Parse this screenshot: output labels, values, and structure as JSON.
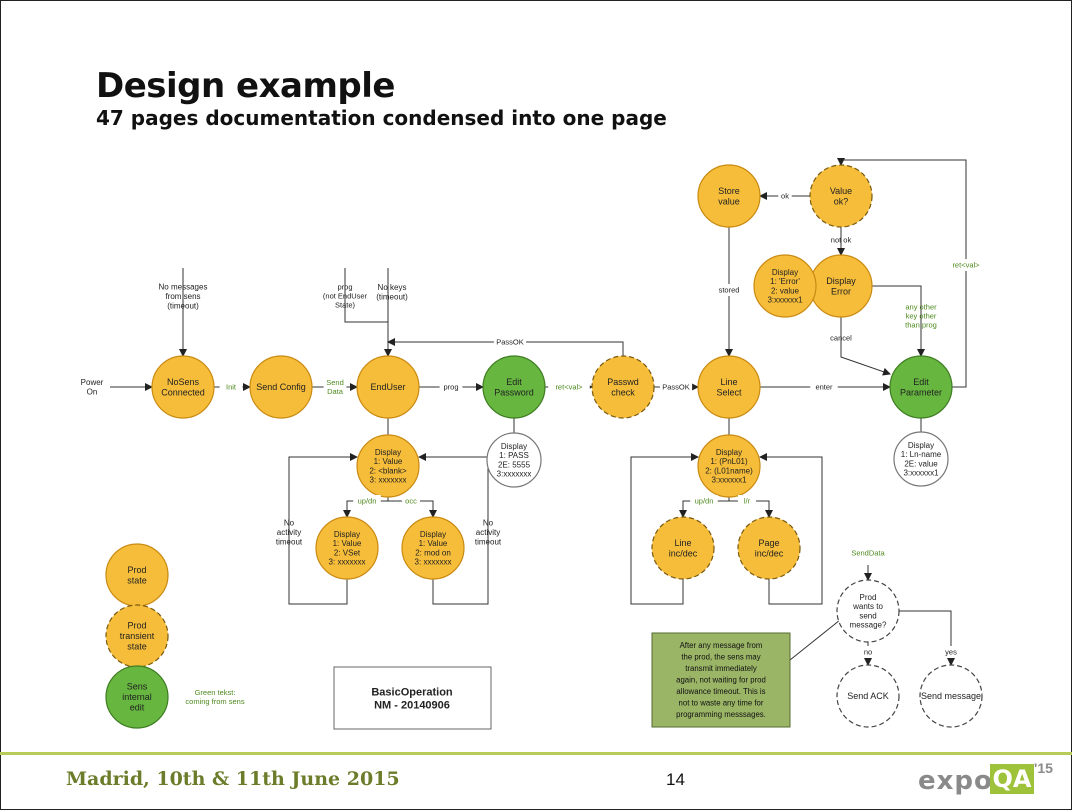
{
  "slide": {
    "title": "Design example",
    "subtitle": "47 pages documentation condensed into one page",
    "page_number": "14",
    "footer_text": "Madrid, 10th & 11th June 2015",
    "logo": {
      "text": "expo",
      "badge": "QA",
      "year": "'15"
    }
  },
  "colors": {
    "prod": "#f6bd3a",
    "sens": "#66b640",
    "green_label": "#4e8a1e",
    "note_bg": "#9bb567"
  },
  "diagram": {
    "nodes": [
      {
        "id": "store",
        "lines": [
          "Store",
          "value"
        ],
        "kind": "prod"
      },
      {
        "id": "valueok",
        "lines": [
          "Value",
          "ok?"
        ],
        "kind": "transient"
      },
      {
        "id": "disperr",
        "lines": [
          "Display",
          "Error"
        ],
        "kind": "prod"
      },
      {
        "id": "nosens",
        "lines": [
          "NoSens",
          "Connected"
        ],
        "kind": "prod"
      },
      {
        "id": "sendcfg",
        "lines": [
          "Send Config"
        ],
        "kind": "prod"
      },
      {
        "id": "enduser",
        "lines": [
          "EndUser"
        ],
        "kind": "prod"
      },
      {
        "id": "editpw",
        "lines": [
          "Edit",
          "Password"
        ],
        "kind": "sens"
      },
      {
        "id": "pwcheck",
        "lines": [
          "Passwd",
          "check"
        ],
        "kind": "transient"
      },
      {
        "id": "linesel",
        "lines": [
          "Line",
          "Select"
        ],
        "kind": "prod"
      },
      {
        "id": "editparam",
        "lines": [
          "Edit",
          "Parameter"
        ],
        "kind": "sens"
      },
      {
        "id": "dispEU",
        "lines": [
          "Display",
          "1:  Value",
          "2: <blank>",
          "3: xxxxxxx"
        ],
        "kind": "prod"
      },
      {
        "id": "dispVSet",
        "lines": [
          "Display",
          "1: Value",
          "2: VSet",
          "3: xxxxxxx"
        ],
        "kind": "prod"
      },
      {
        "id": "dispMod",
        "lines": [
          "Display",
          "1: Value",
          "2: mod on",
          "3: xxxxxxx"
        ],
        "kind": "prod"
      },
      {
        "id": "dispLine",
        "lines": [
          "Display",
          "1: (PnL01)",
          "2: (L01name)",
          "3:xxxxxx1"
        ],
        "kind": "prod"
      },
      {
        "id": "lineinc",
        "lines": [
          "Line",
          "inc/dec"
        ],
        "kind": "transient"
      },
      {
        "id": "pageinc",
        "lines": [
          "Page",
          "inc/dec"
        ],
        "kind": "transient"
      },
      {
        "id": "prodwants",
        "lines": [
          "Prod",
          "wants to",
          "send",
          "message?"
        ],
        "kind": "white-dashed"
      },
      {
        "id": "sendack",
        "lines": [
          "Send ACK"
        ],
        "kind": "white-dashed"
      },
      {
        "id": "sendmsg",
        "lines": [
          "Send message"
        ],
        "kind": "white-dashed"
      },
      {
        "id": "dispPW",
        "lines": [
          "Display",
          "1: PASS",
          "2E: 5555",
          "3:xxxxxxx"
        ],
        "kind": "white"
      },
      {
        "id": "dispParam",
        "lines": [
          "Display",
          "1: Ln-name",
          "2E: value",
          "3:xxxxxx1"
        ],
        "kind": "white"
      },
      {
        "id": "dispErrWhite",
        "lines": [
          "Display",
          "1: 'Error'",
          "2: value",
          "3:xxxxxx1"
        ],
        "kind": "prod"
      }
    ],
    "legend": [
      {
        "lines": [
          "Prod",
          "state"
        ],
        "kind": "prod"
      },
      {
        "lines": [
          "Prod",
          "transient",
          "state"
        ],
        "kind": "transient"
      },
      {
        "lines": [
          "Sens",
          "internal",
          "edit"
        ],
        "kind": "sens"
      }
    ],
    "legend_note": [
      "Green tekst:",
      "coming from sens"
    ],
    "labels": {
      "power_on": [
        "Power",
        "On"
      ],
      "no_messages": [
        "No messages",
        "from sens",
        "(timeout)"
      ],
      "prog_not_enduser": [
        "prog",
        "(not EndUser",
        "State)"
      ],
      "no_keys": [
        "No keys",
        "(timeout)"
      ],
      "no_activity": [
        "No",
        "activity",
        "timeout"
      ],
      "not_ok": "not ok",
      "cancel": "cancel",
      "any_other_key": [
        "any other",
        "key other",
        "than prog"
      ]
    },
    "edge_labels": {
      "init": "Init",
      "send_data": [
        "Send",
        "Data"
      ],
      "prog": "prog",
      "ret_val": "ret<val>",
      "pass_ok": "PassOK",
      "enter": "enter",
      "up_dn": "up/dn",
      "occ": "occ",
      "l_r": "l/r",
      "ok": "ok",
      "stored": "stored",
      "send_data_2": "SendData",
      "no": "no",
      "yes": "yes"
    },
    "info_box": [
      "BasicOperation",
      "NM - 20140906"
    ],
    "note": [
      "After any message from",
      "the prod, the sens may",
      "transmit immediately",
      "again, not waiting for prod",
      "allowance timeout. This is",
      "not to waste any time for",
      "programming messsages."
    ]
  }
}
